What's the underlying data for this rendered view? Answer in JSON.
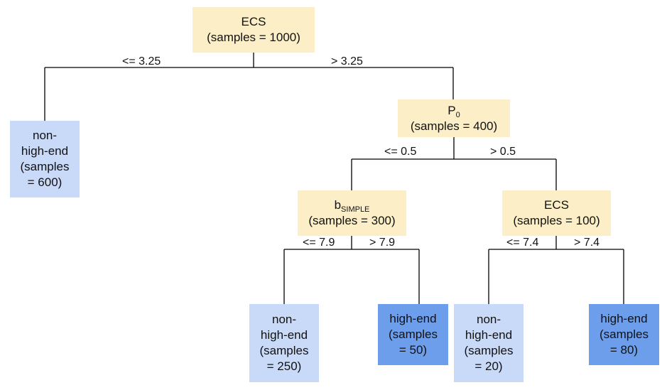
{
  "nodes": {
    "root": {
      "feature": "ECS",
      "feature_sub": "",
      "samples": "(samples = 1000)"
    },
    "leaf1": {
      "lines": [
        "non-",
        "high-end",
        "(samples",
        "= 600)"
      ]
    },
    "p0": {
      "feature": "P",
      "feature_sub": "0",
      "samples": "(samples = 400)"
    },
    "bsim": {
      "feature": "b",
      "feature_sub": "SIMPLE",
      "samples": "(samples = 300)"
    },
    "ecs2": {
      "feature": "ECS",
      "feature_sub": "",
      "samples": "(samples = 100)"
    },
    "leaf2": {
      "lines": [
        "non-",
        "high-end",
        "(samples",
        "= 250)"
      ]
    },
    "leaf3": {
      "lines": [
        "high-end",
        "(samples",
        "= 50)"
      ]
    },
    "leaf4": {
      "lines": [
        "non-",
        "high-end",
        "(samples",
        "= 20)"
      ]
    },
    "leaf5": {
      "lines": [
        "high-end",
        "(samples",
        "= 80)"
      ]
    }
  },
  "edges": {
    "root_left": "<= 3.25",
    "root_right": "> 3.25",
    "p0_left": "<= 0.5",
    "p0_right": "> 0.5",
    "bsim_left": "<= 7.9",
    "bsim_right": "> 7.9",
    "ecs2_left": "<= 7.4",
    "ecs2_right": "> 7.4"
  },
  "colors": {
    "split_node": "#fcefc7",
    "leaf_non_high_end": "#c9daf8",
    "leaf_high_end": "#6d9eeb"
  }
}
